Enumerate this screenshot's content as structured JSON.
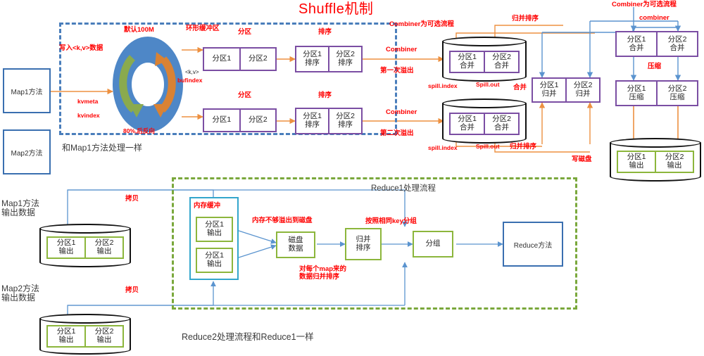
{
  "title": "Shuffle机制",
  "map_phase": {
    "map1_box": "Map1方法",
    "map2_box": "Map2方法",
    "map2_note": "和Map1方法处理一样",
    "write_label": "写入<k,v>数据",
    "buffer_size_label": "默认100M",
    "ring_title": "环形缓冲区",
    "kvmeta": "kvmeta",
    "kvindex": "kvindex",
    "reverse_label": "80%,后反向",
    "kv_label": "<k,v>",
    "bufindex_label": "bufindex",
    "partition_label_1": "分区",
    "partition_label_2": "分区",
    "sort_label_1": "排序",
    "sort_label_2": "排序",
    "partition_boxes_1": [
      "分区1",
      "分区2"
    ],
    "partition_boxes_2": [
      "分区1",
      "分区2"
    ],
    "sort_boxes_1": [
      "分区1\n排序",
      "分区2\n排序"
    ],
    "sort_boxes_2": [
      "分区1\n排序",
      "分区2\n排序"
    ]
  },
  "spill_phase": {
    "combiner_optional_1": "Combiner为可选流程",
    "combiner_1": "Combiner",
    "first_spill": "第一次溢出",
    "combiner_2": "Combiner",
    "second_spill": "第二次溢出",
    "spill_cyl_1": [
      "分区1\n合并",
      "分区2\n合并"
    ],
    "spill_cyl_2": [
      "分区1\n合并",
      "分区2\n合并"
    ],
    "spill_index_1": "spill.index",
    "spill_out_1": "Spill.out",
    "spill_index_2": "spill.index",
    "spill_out_2": "Spill.out",
    "merge_label": "合并",
    "merge_sort_top": "归并排序",
    "merge_sort_bottom": "归并排序"
  },
  "merge_phase": {
    "merge_boxes": [
      "分区1\n归并",
      "分区2\n归并"
    ],
    "combiner_optional_2": "Combiner为可选流程",
    "combiner_label": "combiner",
    "combine_boxes": [
      "分区1\n合并",
      "分区2\n合并"
    ],
    "compress_label": "压缩",
    "compress_boxes": [
      "分区1\n压缩",
      "分区2\n压缩"
    ],
    "write_disk_label": "写磁盘",
    "output_cyl": [
      "分区1\n输出",
      "分区2\n输出"
    ]
  },
  "reduce_phase": {
    "map1_output_label": "Map1方法\n输出数据",
    "map2_output_label": "Map2方法\n输出数据",
    "map1_cyl": [
      "分区1\n输出",
      "分区2\n输出"
    ],
    "map2_cyl": [
      "分区1\n输出",
      "分区2\n输出"
    ],
    "copy_label_1": "拷贝",
    "copy_label_2": "拷贝",
    "reduce1_title": "Reduce1处理流程",
    "mem_buffer_label": "内存缓冲",
    "mem_boxes": [
      "分区1\n输出",
      "分区1\n输出"
    ],
    "spill_to_disk_label": "内存不够溢出到磁盘",
    "disk_box": "磁盘\n数据",
    "merge_sort_note": "对每个map来的\n数据归并排序",
    "merge_sort_box": "归并\n排序",
    "group_by_key_label": "按照相同key分组",
    "group_box": "分组",
    "reduce_method_box": "Reduce方法",
    "reduce2_note": "Reduce2处理流程和Reduce1一样"
  },
  "colors": {
    "title_red": "#ff0000",
    "purple": "#7b4ea3",
    "blue": "#3a6fb0",
    "green": "#8cb63c",
    "orange": "#ed9040",
    "cyan": "#33a6cc",
    "ring_blue": "#4e87c7",
    "arrow_blue": "#5b94cf"
  }
}
